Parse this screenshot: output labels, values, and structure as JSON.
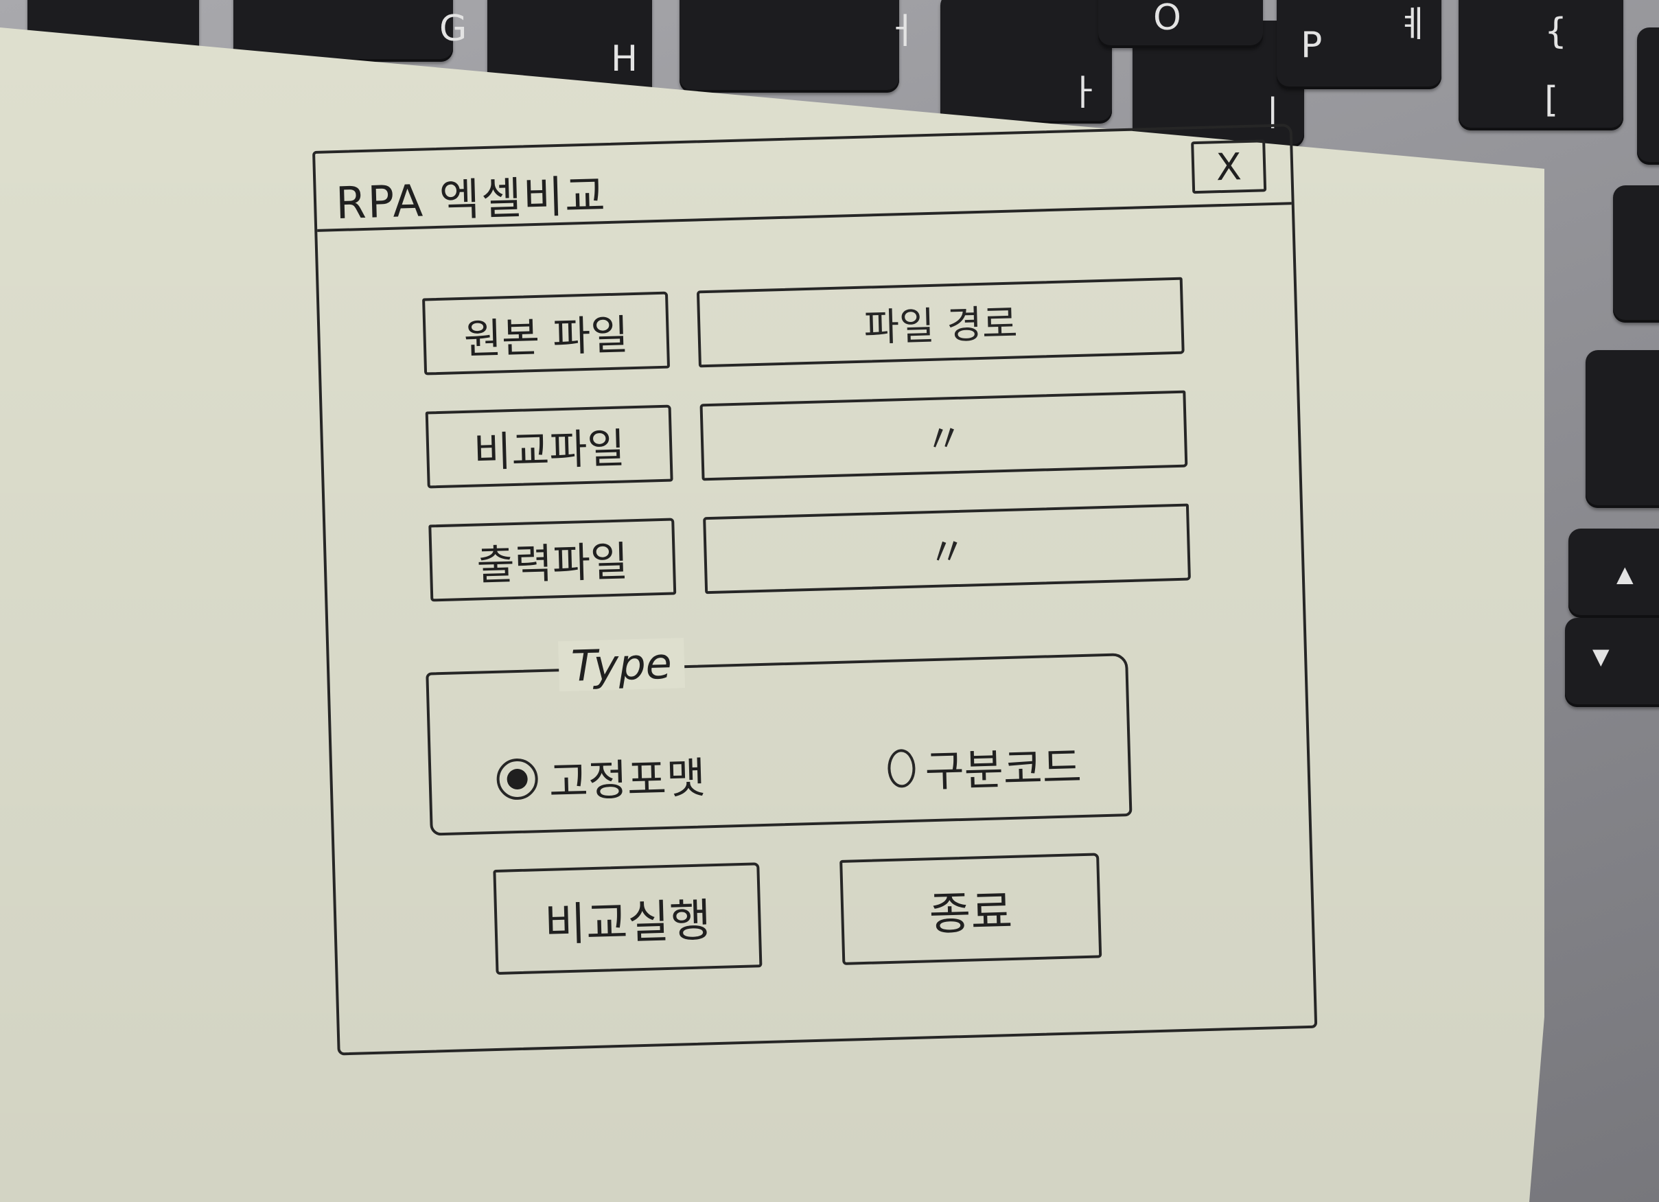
{
  "keyboard": {
    "keys": [
      {
        "name": "key-f",
        "top": "",
        "bottom": "",
        "mid": ""
      },
      {
        "name": "key-g",
        "top": "G",
        "bottom": ""
      },
      {
        "name": "key-h",
        "top": "",
        "bottom": "H"
      },
      {
        "name": "key-j",
        "top": "ㅓ",
        "bottom": ""
      },
      {
        "name": "key-k",
        "top": "",
        "bottom": "ㅏ"
      },
      {
        "name": "key-l",
        "top": "",
        "bottom": "ㅣ"
      },
      {
        "name": "key-o",
        "top": "O",
        "bottom": ""
      },
      {
        "name": "key-p",
        "top": "ㅖ",
        "bottom": "P"
      },
      {
        "name": "key-bracket",
        "top": "{",
        "bottom": "["
      },
      {
        "name": "key-up",
        "top": "▲",
        "bottom": ""
      },
      {
        "name": "key-down",
        "top": "▼",
        "bottom": ""
      }
    ]
  },
  "window": {
    "title": "RPA 엑셀비교",
    "close_label": "X"
  },
  "files": [
    {
      "label": "원본 파일",
      "value": "파일 경로"
    },
    {
      "label": "비교파일",
      "value": "〃"
    },
    {
      "label": "출력파일",
      "value": "〃"
    }
  ],
  "type_group": {
    "legend": "Type",
    "options": [
      {
        "label": "고정포맷",
        "checked": true
      },
      {
        "label": "구분코드",
        "checked": false
      }
    ]
  },
  "actions": {
    "run_label": "비교실행",
    "exit_label": "종료"
  },
  "colors": {
    "paper": "#dedfce",
    "ink": "#262626",
    "key": "#1c1c1f",
    "keyboard_frame": "#a9a9ad"
  }
}
